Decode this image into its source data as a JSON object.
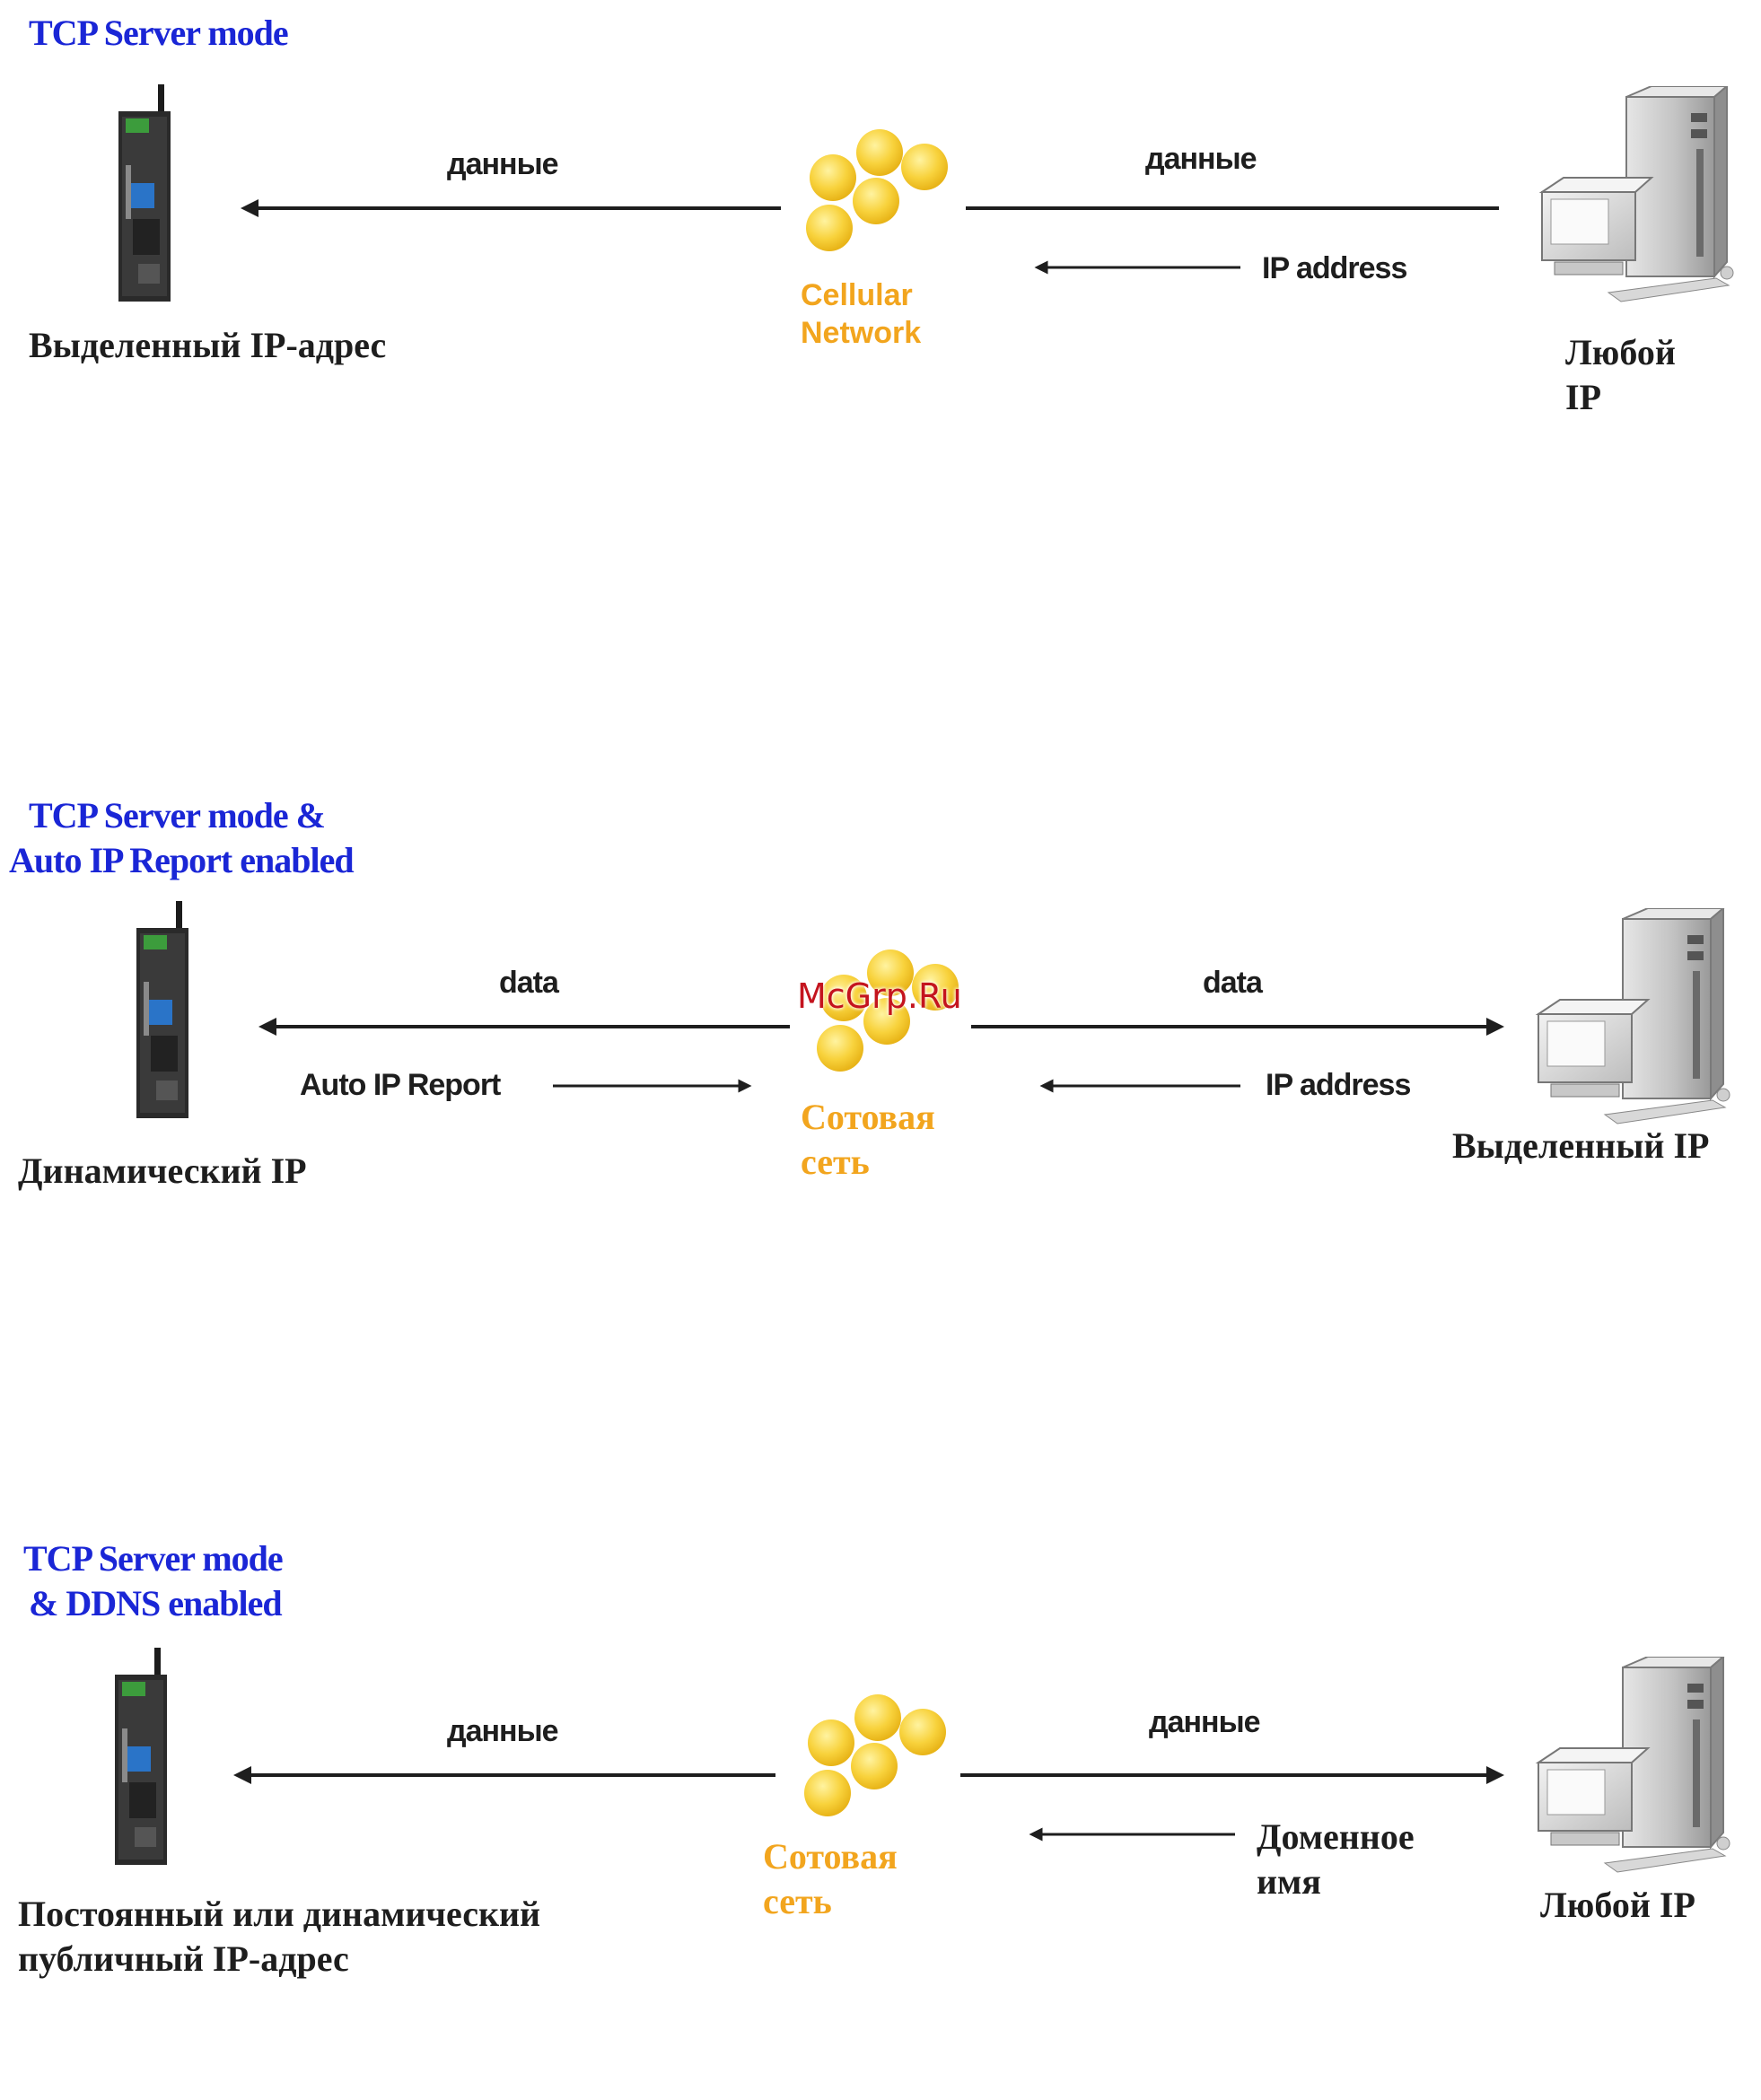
{
  "panels": [
    {
      "title": [
        "TCP Server mode"
      ],
      "device_label": [
        "Выделенный IP-адрес"
      ],
      "left_flow_label": "данные",
      "right_flow_label": "данные",
      "return_label": [
        "IP address"
      ],
      "extra_label": "",
      "cloud_label": [
        "Cellular",
        "Network"
      ],
      "host_label": [
        "Любой",
        "IP"
      ]
    },
    {
      "title": [
        "TCP Server mode &",
        "Auto IP Report enabled"
      ],
      "device_label": [
        "Динамический IP"
      ],
      "left_flow_label": "data",
      "right_flow_label": "data",
      "return_label": [
        "IP address"
      ],
      "extra_label": "Auto IP Report",
      "cloud_label": [
        "Сотовая",
        "сеть"
      ],
      "host_label": [
        "Выделенный IP"
      ]
    },
    {
      "title": [
        "TCP Server mode",
        "& DDNS enabled"
      ],
      "device_label": [
        "Постоянный или динамический",
        "публичный IP-адрес"
      ],
      "left_flow_label": "данные",
      "right_flow_label": "данные",
      "return_label": [
        "Доменное",
        "имя"
      ],
      "extra_label": "",
      "cloud_label": [
        "Сотовая",
        "сеть"
      ],
      "host_label": [
        "Любой IP"
      ]
    }
  ],
  "watermark": "McGrp.Ru",
  "icons": {
    "gateway": "cellular-gateway-icon",
    "cloud": "cellular-network-cloud-icon",
    "host": "server-computer-icon"
  },
  "colors": {
    "title": "#1a26d6",
    "cloud": "#f8d23c",
    "cloud_label": "#f2a51e",
    "watermark": "#c4141e"
  }
}
